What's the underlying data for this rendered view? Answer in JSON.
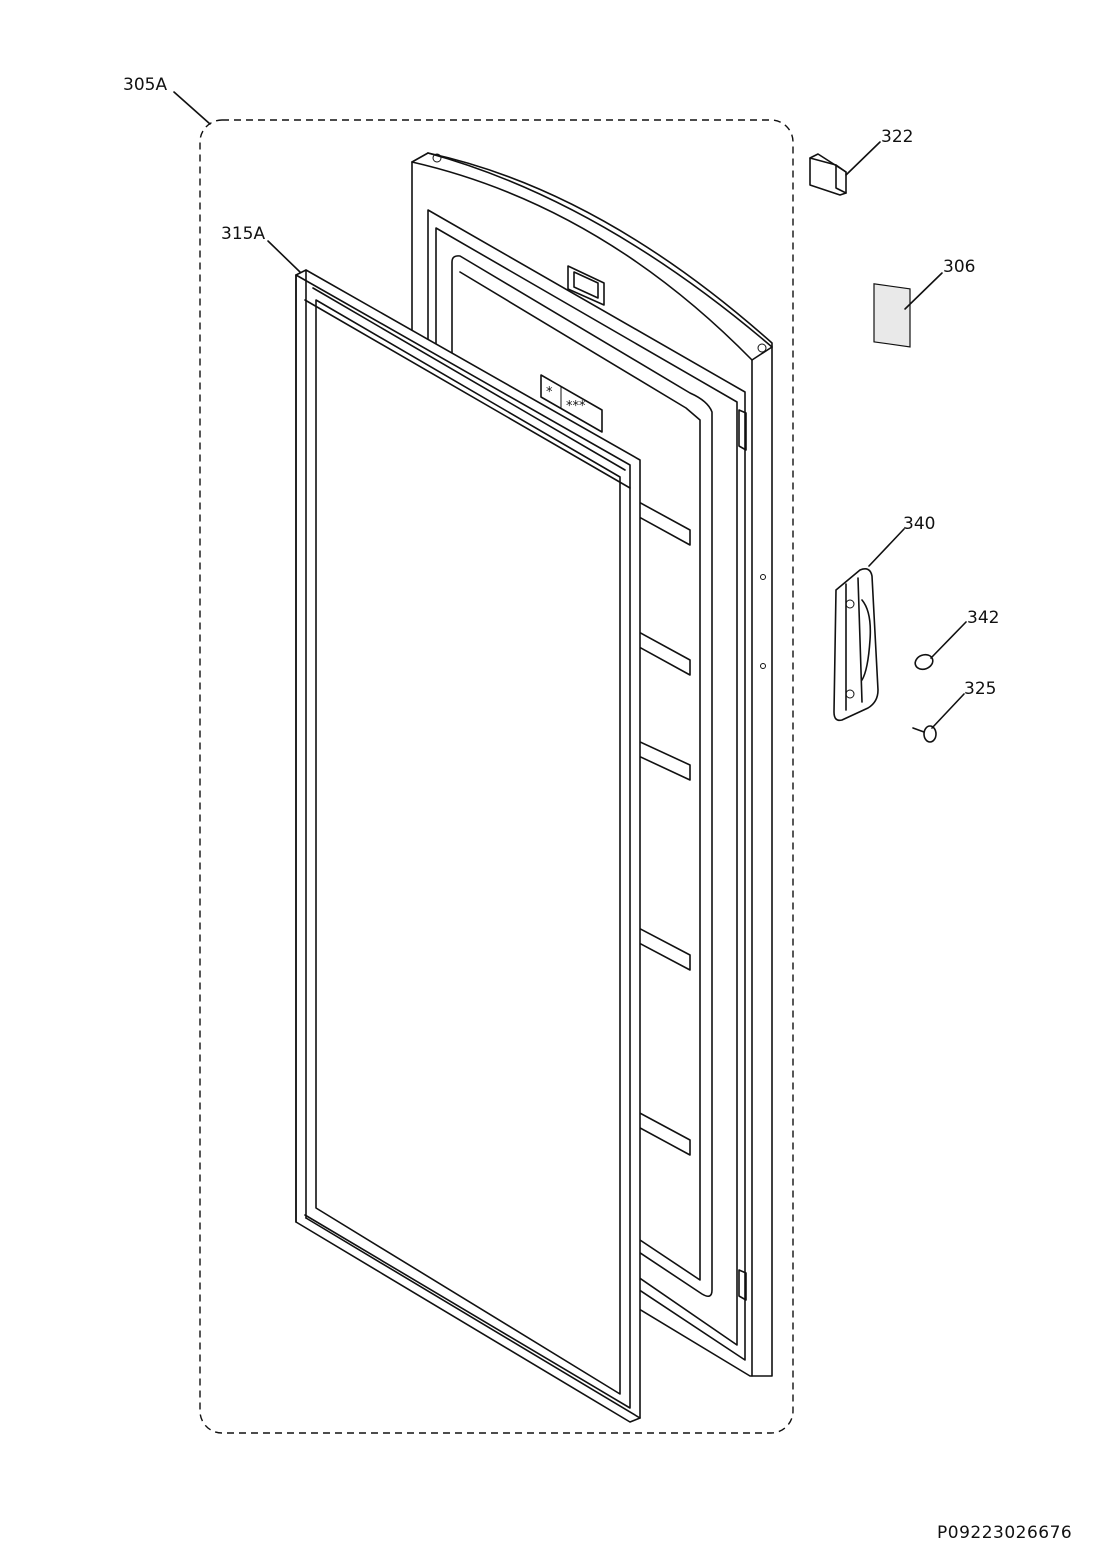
{
  "diagram": {
    "labels": {
      "assembly": "305A",
      "gasket": "315A",
      "cap": "322",
      "sticker": "306",
      "handle": "340",
      "plug": "342",
      "screw": "325"
    },
    "drawing_code": "P09223026676",
    "panel_symbol": "*|***"
  }
}
